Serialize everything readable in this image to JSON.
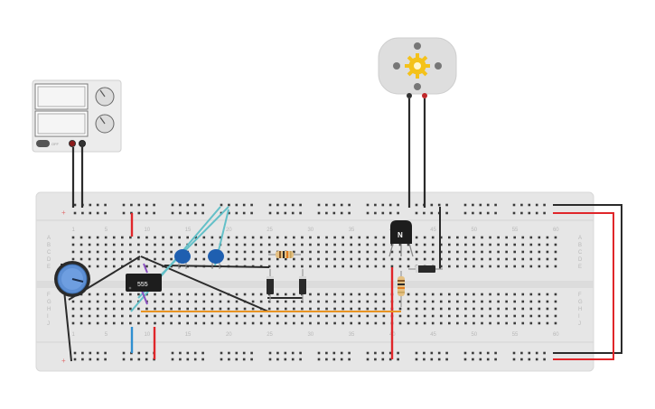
{
  "breadboard": {
    "column_numbers": [
      "1",
      "5",
      "10",
      "15",
      "20",
      "25",
      "30",
      "35",
      "40",
      "45",
      "50",
      "55",
      "60"
    ],
    "column_values": [
      1,
      5,
      10,
      15,
      20,
      25,
      30,
      35,
      40,
      45,
      50,
      55,
      60
    ],
    "rows_top": [
      "A",
      "B",
      "C",
      "D",
      "E"
    ],
    "rows_bottom": [
      "F",
      "G",
      "H",
      "I",
      "J"
    ],
    "rail_plus": "+",
    "rail_minus": "−"
  },
  "ic": {
    "label": "555"
  },
  "transistor": {
    "label": "N"
  },
  "power_supply": {
    "button": "OFF"
  },
  "colors": {
    "board": "#e6e6e6",
    "hole": "#3a3a3a",
    "wire_black": "#2b2b2b",
    "wire_red": "#e0262a",
    "wire_blue": "#2f8fd0",
    "wire_cyan": "#63c0c8",
    "wire_orange": "#e89423",
    "wire_purple": "#8a4fc0",
    "capacitor": "#1f5fb0",
    "motor_gear": "#f4c21b"
  }
}
